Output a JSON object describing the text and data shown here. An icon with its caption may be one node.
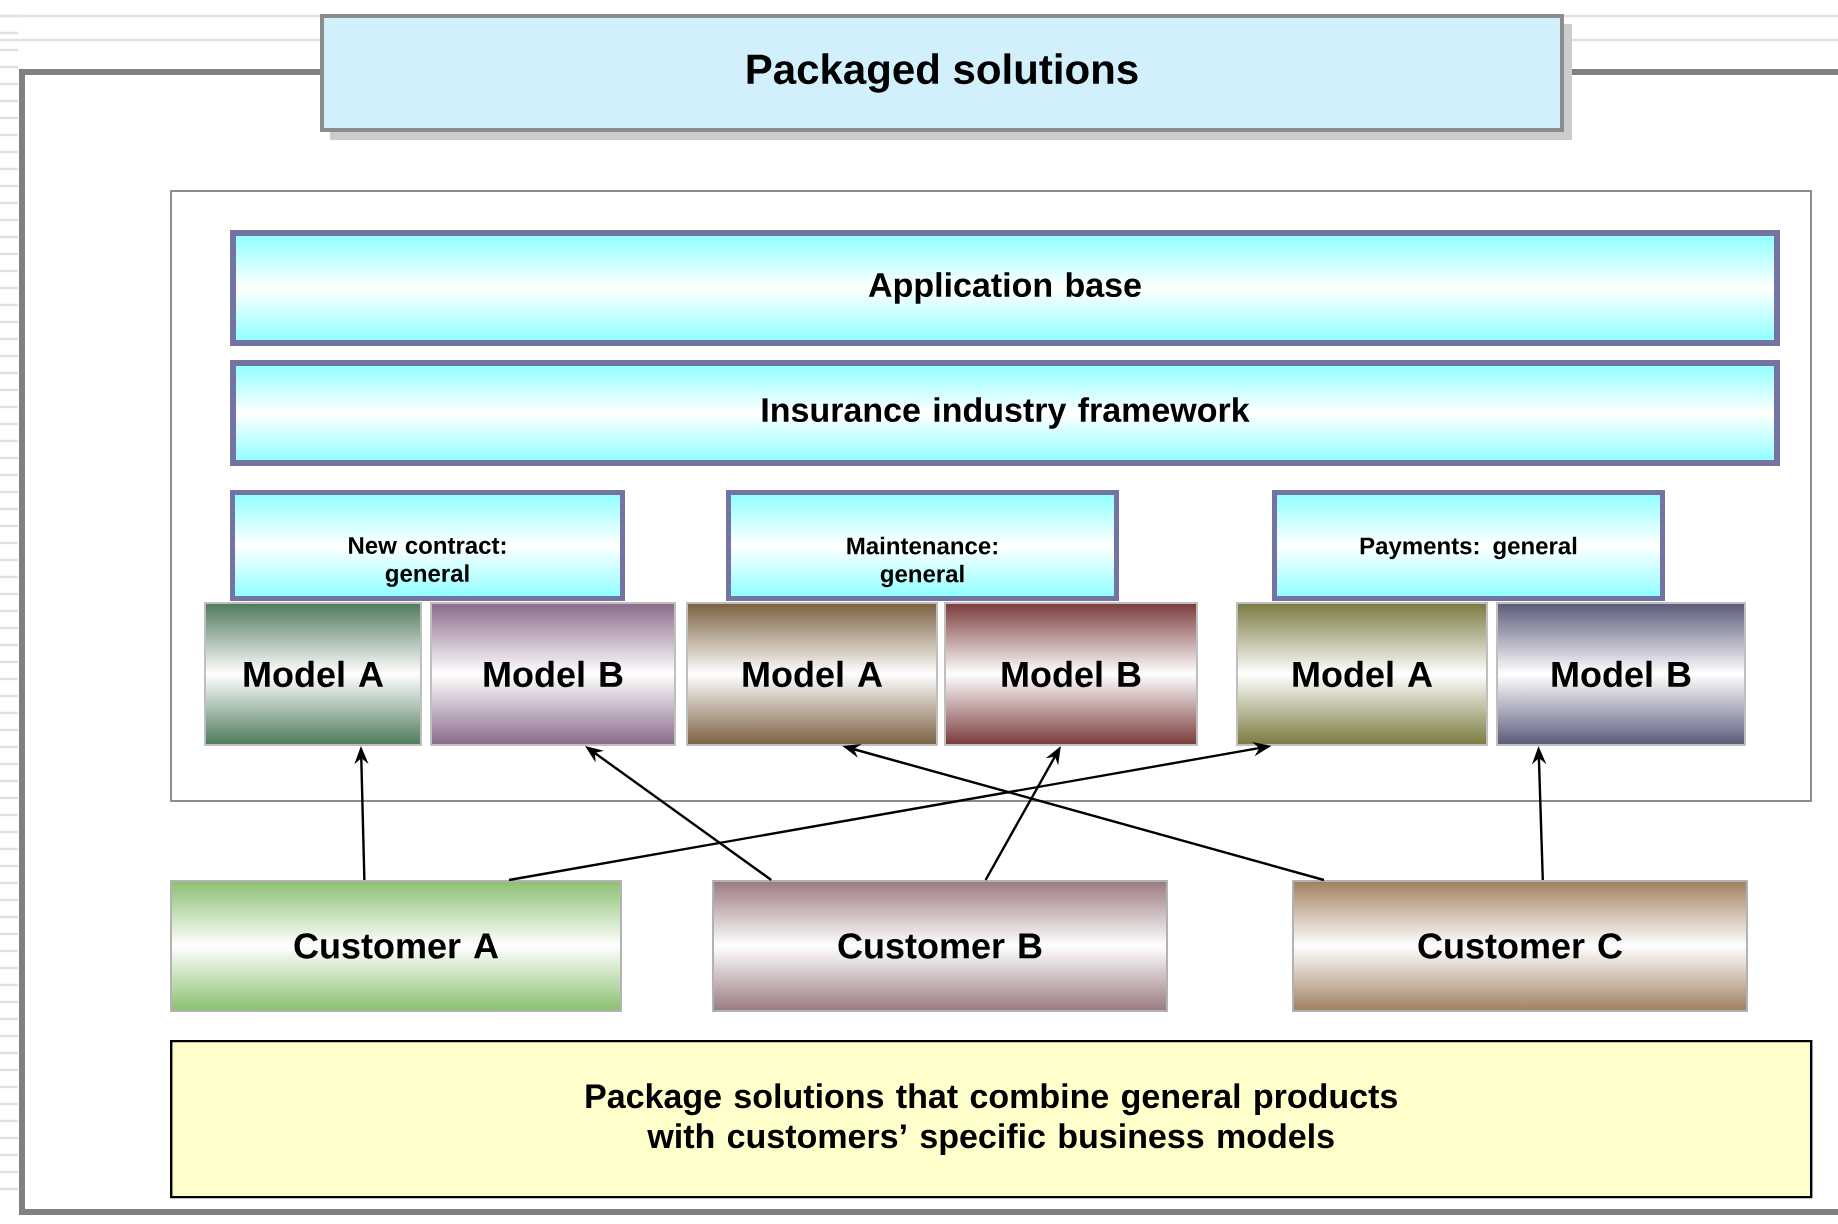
{
  "diagram": {
    "title": "Packaged solutions",
    "nodes": [
      {
        "text": [],
        "shape": "box"
      },
      {
        "text": [
          "Application base"
        ],
        "in": 0
      },
      {
        "text": [
          "Insurance industry framework"
        ],
        "in": 0
      },
      {
        "text": [
          "New contract: general"
        ],
        "in": 0
      },
      {
        "text": [
          "Maintenance: general"
        ],
        "in": 0
      },
      {
        "text": [
          "Payments: general"
        ],
        "in": 0
      },
      {
        "text": [
          "Model A"
        ],
        "in": 0
      },
      {
        "text": [
          "Model B"
        ],
        "in": 0
      },
      {
        "text": [
          "Model A"
        ],
        "in": 0
      },
      {
        "text": [
          "Model B"
        ],
        "in": 0
      },
      {
        "text": [
          "Model A"
        ],
        "in": 0
      },
      {
        "text": [
          "Model B"
        ],
        "in": 0
      },
      {
        "text": [
          "Customer A"
        ]
      },
      {
        "text": [
          "Customer B"
        ]
      },
      {
        "text": [
          "Customer C"
        ]
      },
      {
        "text": [
          "Package solutions that combine general products with customers’ specific business models"
        ]
      }
    ],
    "edges": [
      {
        "from": 12,
        "to": 6,
        "arrow": "to"
      },
      {
        "from": 12,
        "to": 10,
        "arrow": "to"
      },
      {
        "from": 13,
        "to": 7,
        "arrow": "to"
      },
      {
        "from": 13,
        "to": 9,
        "arrow": "to"
      },
      {
        "from": 14,
        "to": 8,
        "arrow": "to"
      },
      {
        "from": 14,
        "to": 11,
        "arrow": "to"
      }
    ]
  }
}
